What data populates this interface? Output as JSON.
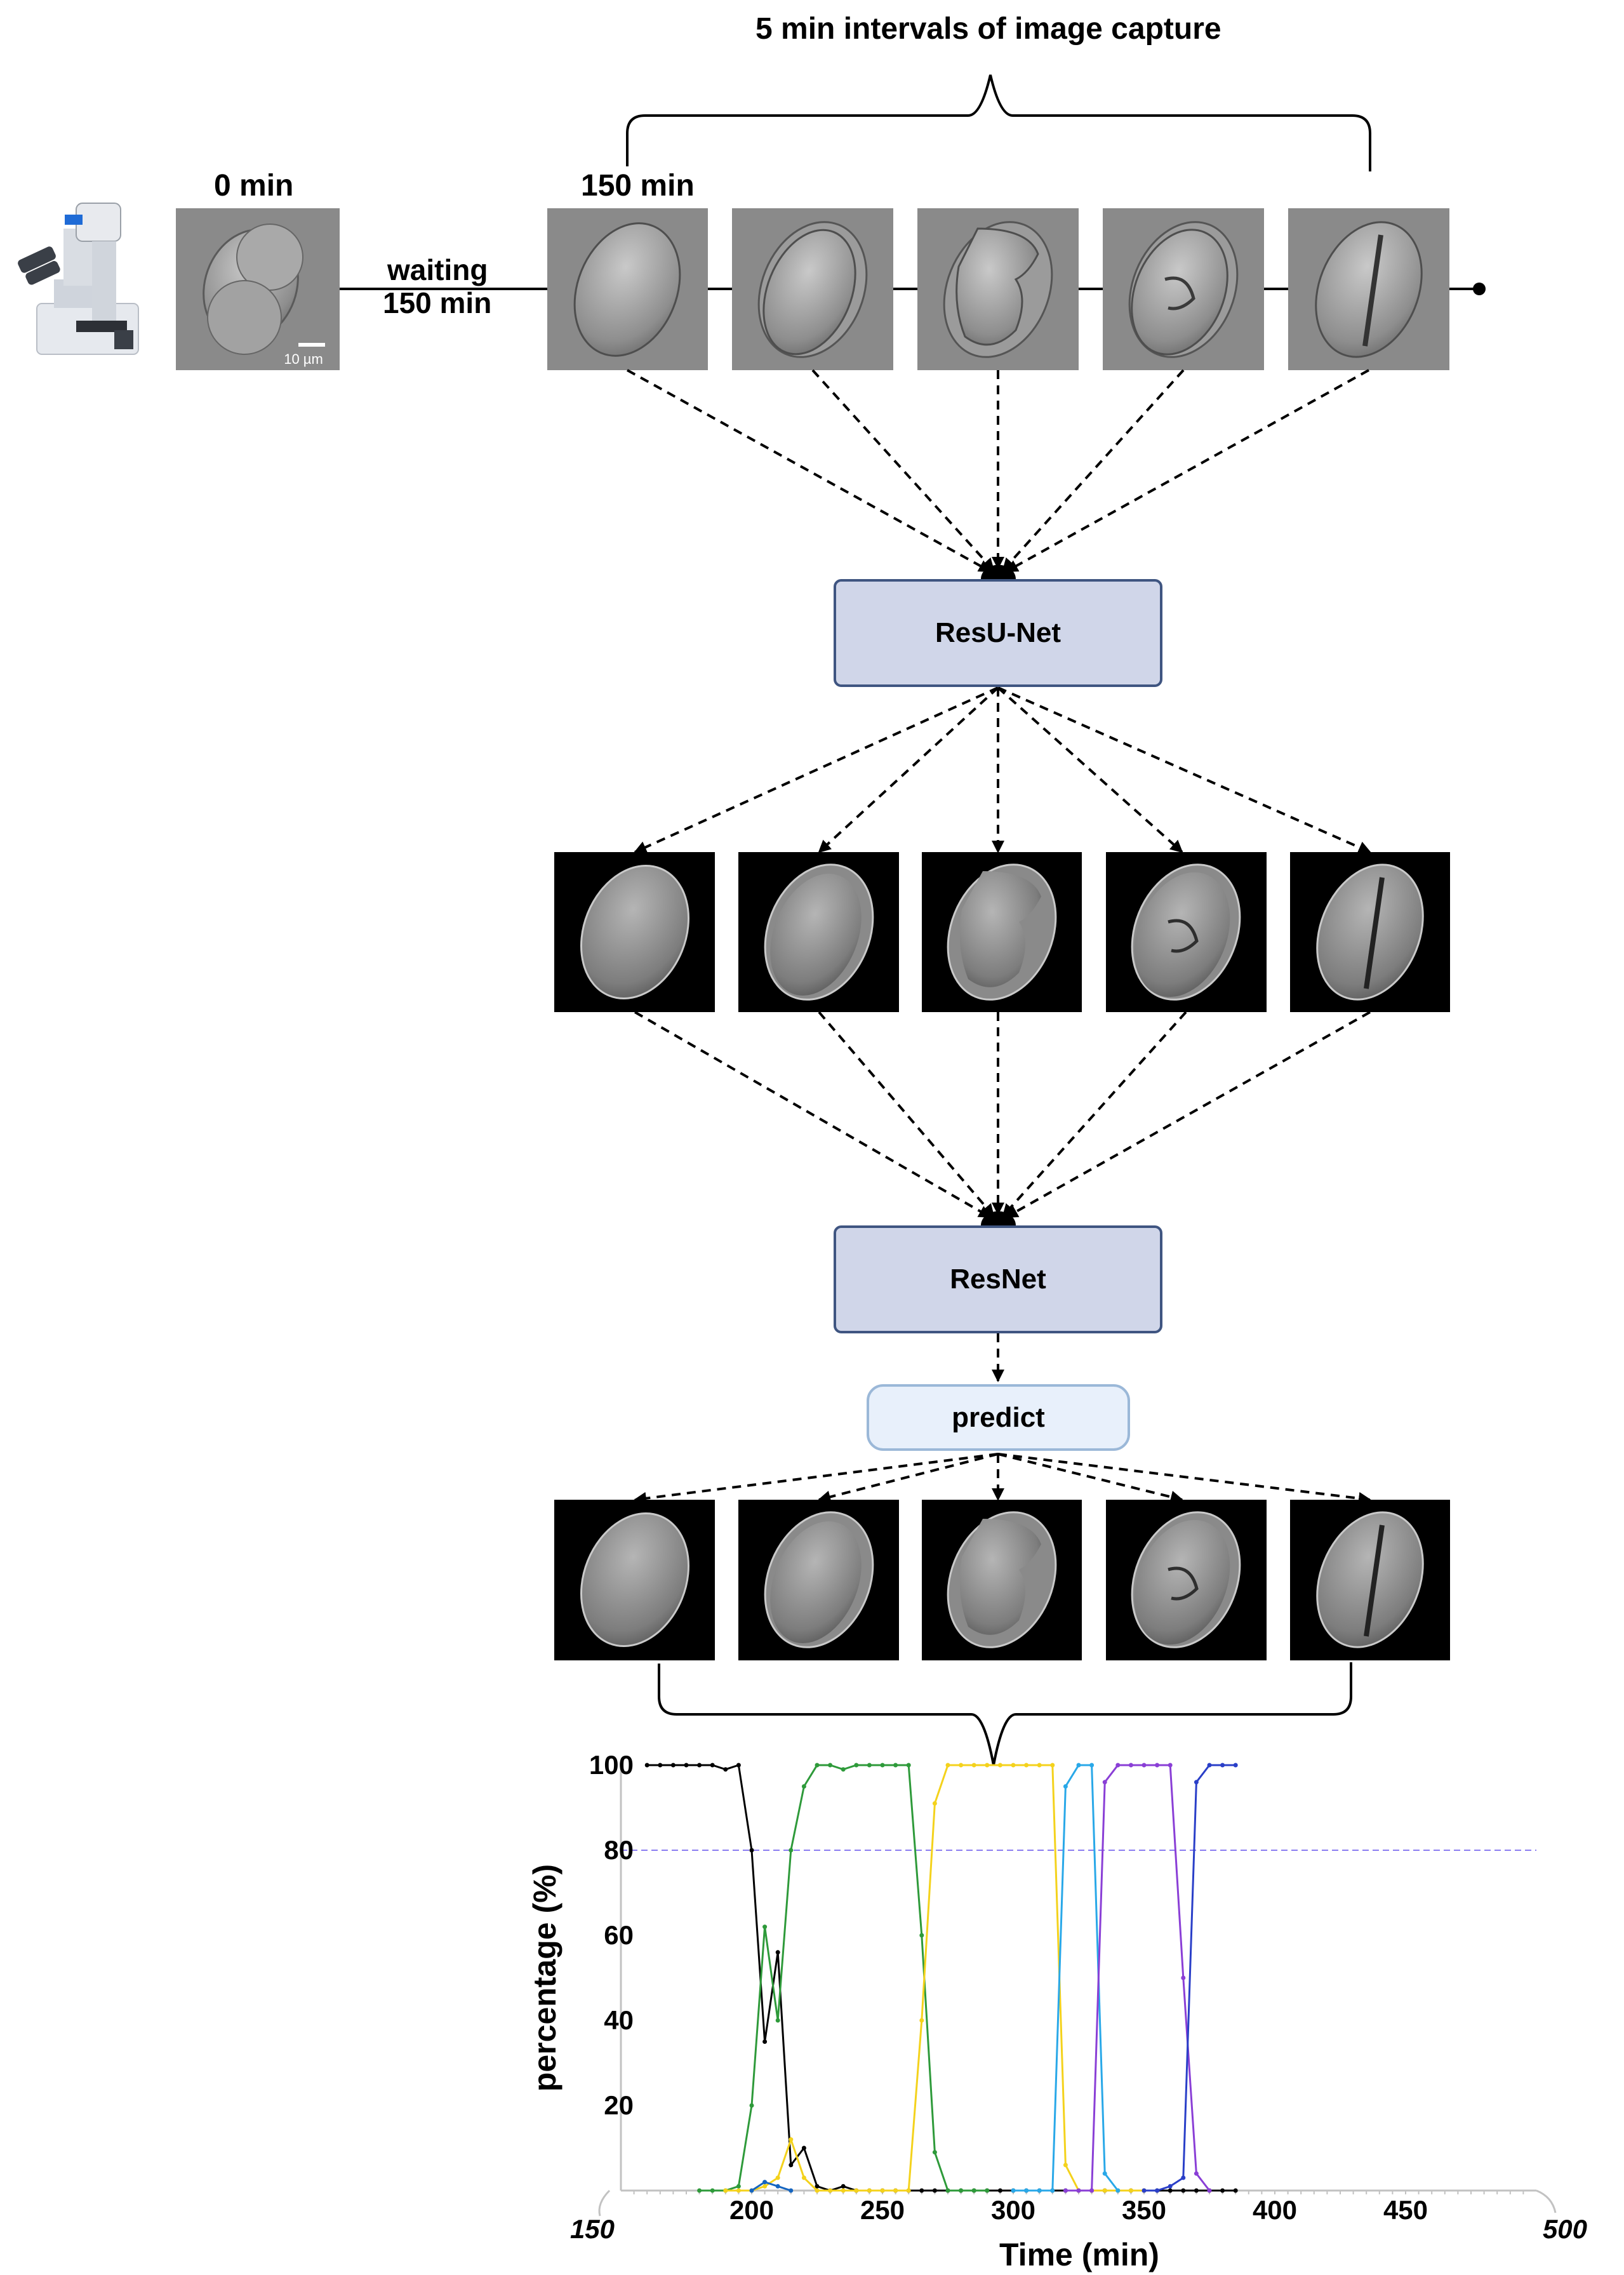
{
  "header": {
    "title": "5 min intervals of image capture"
  },
  "timeline": {
    "start_label": "0 min",
    "capture_label": "150 min",
    "waiting_line1": "waiting",
    "waiting_line2": "150 min",
    "scale_bar": "10 µm"
  },
  "models": {
    "segmentation": "ResU-Net",
    "classifier": "ResNet",
    "predict": "predict"
  },
  "colors": {
    "box_fill": "#d0d6e9",
    "box_border": "#3f5581",
    "predict_fill": "#e8f0fb",
    "predict_border": "#9bb8d8",
    "threshold": "#8a7cf0"
  },
  "chart_data": {
    "type": "line",
    "xlabel": "Time (min)",
    "ylabel": "percentage (%)",
    "xlim": [
      150,
      500
    ],
    "ylim": [
      0,
      100
    ],
    "x_ticks": [
      "150",
      "200",
      "250",
      "300",
      "350",
      "400",
      "450",
      "500"
    ],
    "y_ticks": [
      "20",
      "40",
      "60",
      "80",
      "100"
    ],
    "threshold": 80,
    "series": [
      {
        "color": "#000000",
        "x": [
          160,
          165,
          170,
          175,
          180,
          185,
          190,
          195,
          200,
          205,
          210,
          215,
          220,
          225,
          230,
          235,
          240,
          245,
          250,
          255,
          260,
          265,
          270,
          275,
          280,
          285,
          290,
          295,
          300,
          305,
          310,
          315,
          320,
          325,
          330,
          335,
          340,
          345,
          350,
          355,
          360,
          365,
          370,
          375,
          380,
          385
        ],
        "y": [
          100,
          100,
          100,
          100,
          100,
          100,
          99,
          100,
          80,
          35,
          56,
          6,
          10,
          1,
          0,
          1,
          0,
          0,
          0,
          0,
          0,
          0,
          0,
          0,
          0,
          0,
          0,
          0,
          0,
          0,
          0,
          0,
          0,
          0,
          0,
          0,
          0,
          0,
          0,
          0,
          0,
          0,
          0,
          0,
          0,
          0
        ]
      },
      {
        "color": "#2e9a3a",
        "x": [
          180,
          185,
          190,
          195,
          200,
          205,
          210,
          215,
          220,
          225,
          230,
          235,
          240,
          245,
          250,
          255,
          260,
          265,
          270,
          275,
          280,
          285,
          290
        ],
        "y": [
          0,
          0,
          0,
          1,
          20,
          62,
          40,
          80,
          95,
          100,
          100,
          99,
          100,
          100,
          100,
          100,
          100,
          60,
          9,
          0,
          0,
          0,
          0
        ]
      },
      {
        "color": "#f4d21c",
        "x": [
          190,
          195,
          200,
          205,
          210,
          215,
          220,
          225,
          230,
          235,
          240,
          245,
          250,
          255,
          260,
          265,
          270,
          275,
          280,
          285,
          290,
          295,
          300,
          305,
          310,
          315,
          320,
          325,
          330,
          335,
          340,
          345,
          350
        ],
        "y": [
          0,
          0,
          0,
          1,
          3,
          12,
          3,
          0,
          0,
          0,
          0,
          0,
          0,
          0,
          0,
          40,
          91,
          100,
          100,
          100,
          100,
          100,
          100,
          100,
          100,
          100,
          6,
          0,
          0,
          0,
          0,
          0,
          0
        ]
      },
      {
        "color": "#29a8e8",
        "x": [
          300,
          305,
          310,
          315,
          320,
          325,
          330,
          335,
          340
        ],
        "y": [
          0,
          0,
          0,
          0,
          95,
          100,
          100,
          4,
          0
        ]
      },
      {
        "color": "#8a3fd6",
        "x": [
          320,
          325,
          330,
          335,
          340,
          345,
          350,
          355,
          360,
          365,
          370,
          375
        ],
        "y": [
          0,
          0,
          0,
          96,
          100,
          100,
          100,
          100,
          100,
          50,
          4,
          0
        ]
      },
      {
        "color": "#2a3fc8",
        "x": [
          350,
          355,
          360,
          365,
          370,
          375,
          380,
          385
        ],
        "y": [
          0,
          0,
          1,
          3,
          96,
          100,
          100,
          100
        ]
      },
      {
        "color": "#1565c0",
        "x": [
          200,
          205,
          210,
          215
        ],
        "y": [
          0,
          2,
          1,
          0
        ]
      }
    ]
  }
}
